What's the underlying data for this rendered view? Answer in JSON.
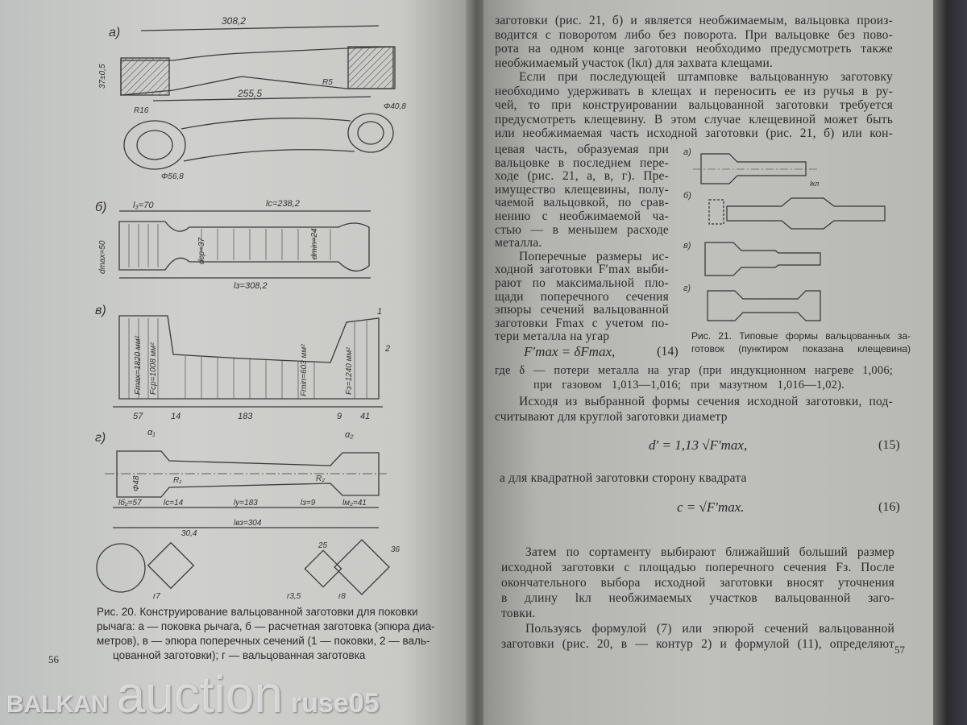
{
  "left_page": {
    "figure_labels": {
      "a": "а)",
      "b": "б)",
      "v": "в)",
      "g": "г)",
      "sub_fig21_a": "а)",
      "sub_fig21_b": "б)",
      "sub_fig21_v": "в)",
      "sub_fig21_g": "г)"
    },
    "dims_a": [
      "308,2",
      "255,5",
      "37±0,5",
      "R16",
      "R5",
      "Φ40,8",
      "Φ56,8"
    ],
    "dims_b": [
      "l₃=70",
      "lс=238,2",
      "dmax=50",
      "dср=37",
      "dmin=24",
      "lз=308,2"
    ],
    "dims_v": [
      "Fmax=1820 мм²",
      "Fср=1008 мм²",
      "Fmin=603 мм²",
      "Fз=1240 мм²",
      "57",
      "14",
      "183",
      "9",
      "41",
      "1",
      "2"
    ],
    "dims_g": [
      "α₁",
      "α₂",
      "Φ48",
      "R₁",
      "R₂",
      "lб₂=57",
      "lс=14",
      "lу=183",
      "lз=9",
      "lм₂=41",
      "lвз=304",
      "30,4",
      "25",
      "36",
      "r3,5",
      "r8",
      "r7"
    ],
    "caption_lines": [
      "Рис. 20. Конструирование вальцованной заготовки для поковки",
      "рычага: а — поковка рычага, б — расчетная заготовка (эпюра диа-",
      "метров), в — эпюра поперечных сечений (1 — поковки, 2 — валь-",
      "цованной заготовки); г — вальцованная заготовка"
    ],
    "page_number": "56"
  },
  "right_page": {
    "lines_top": [
      "заготовки (рис. 21, б) и является необжимаемым, вальцовка произ-",
      "водится с поворотом либо без поворота. При вальцовке без пово-",
      "рота на одном конце заготовки необходимо предусмотреть также",
      "необжимаемый участок (lкл) для захвата клещами.",
      "Если при последующей штамповке вальцованную заготовку",
      "необходимо удерживать в клещах и переносить ее из ручья в ру-",
      "чей, то при конструировании вальцованной заготовки требуется",
      "предусмотреть клещевину. В этом случае клещевиной может быть",
      "или необжимаемая часть исходной заготовки (рис. 21, б) или кон-"
    ],
    "lines_narrow": [
      "цевая часть, образуемая при",
      "вальцовке в последнем пере-",
      "ходе (рис. 21, а, в, г). Пре-",
      "имущество клещевины, полу-",
      "чаемой вальцовкой, по срав-",
      "нению с необжимаемой ча-",
      "стью — в меньшем расходе",
      "металла.",
      "Поперечные размеры ис-",
      "ходной заготовки F′max выби-",
      "рают по максимальной пло-",
      "щади поперечного сечения",
      "эпюры сечений вальцованной",
      "заготовки Fmax с учетом по-",
      "тери металла на угар"
    ],
    "eq14": "F′max = δFmax,",
    "eq14_num": "(14)",
    "fig21_caption": [
      "Рис. 21. Типовые формы вальцованных за-",
      "готовок (пунктиром показана клещевина)"
    ],
    "fig21_dim": "lкл",
    "where_lines": [
      "где δ — потери металла на угар (при индукционном нагреве 1,006;",
      "при газовом 1,013—1,016; при мазутном 1,016—1,02)."
    ],
    "lines_mid": [
      "Исходя из выбранной формы сечения исходной заготовки, под-",
      "считывают для круглой заготовки диаметр"
    ],
    "eq15": "d′ = 1,13 √F′max,",
    "eq15_num": "(15)",
    "line_square": "а для квадратной заготовки сторону квадрата",
    "eq16": "c = √F′max.",
    "eq16_num": "(16)",
    "lines_bottom": [
      "Затем по сортаменту выбирают ближайший больший размер",
      "исходной заготовки с площадью поперечного сечения Fз. После",
      "окончательного выбора исходной заготовки вносят уточнения",
      "в длину lкл необжимаемых участков вальцованной заго-",
      "товки.",
      "Пользуясь формулой (7) или эпюрой сечений вальцованной",
      "заготовки (рис. 20, в — контур 2) и формулой (11), определяют"
    ],
    "page_number": "57"
  },
  "watermark": {
    "line1": "BALKAN",
    "line2": "auction",
    "line3": "ruse05"
  }
}
